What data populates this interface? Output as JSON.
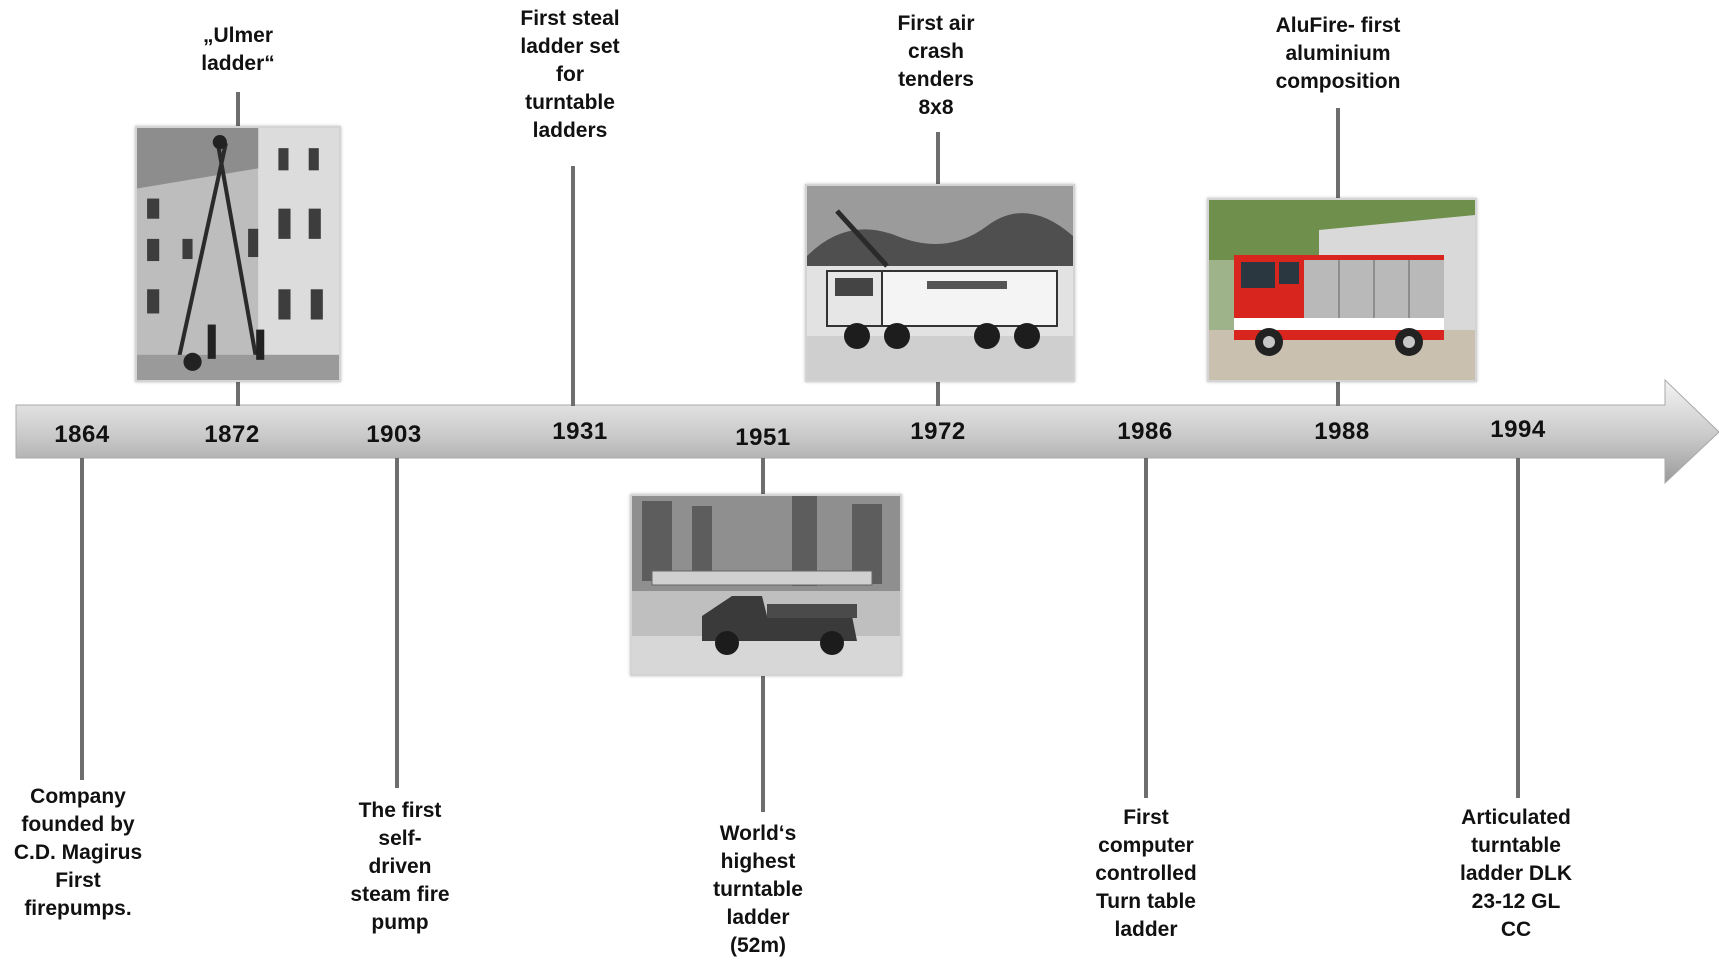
{
  "timeline": {
    "years": [
      "1864",
      "1872",
      "1903",
      "1931",
      "1951",
      "1972",
      "1986",
      "1988",
      "1994"
    ],
    "events_above": [
      {
        "year": "1872",
        "text": "„Ulmer\nladder“",
        "image": "ladder-photo"
      },
      {
        "year": "1931",
        "text": "First steal\nladder set\nfor\nturntable\nladders"
      },
      {
        "year": "1972",
        "text": "First air\ncrash\ntenders\n8x8",
        "image": "crash-tender-photo"
      },
      {
        "year": "1988",
        "text": "AluFire- first\naluminium\ncomposition",
        "image": "alufire-truck-photo"
      }
    ],
    "events_below": [
      {
        "year": "1864",
        "text": "Company\nfounded by\nC.D. Magirus\nFirst\nfirepumps."
      },
      {
        "year": "1903",
        "text": "The first\nself-\ndriven\nsteam fire\npump"
      },
      {
        "year": "1951",
        "text": "World‘s\nhighest\nturntable\nladder\n(52m)",
        "image": "turntable-ladder-photo"
      },
      {
        "year": "1986",
        "text": "First\ncomputer\ncontrolled\nTurn table\nladder"
      },
      {
        "year": "1994",
        "text": "Articulated\nturntable\nladder DLK\n23-12 GL\nCC"
      }
    ]
  },
  "colors": {
    "arrow_light": "#efefef",
    "arrow_dark": "#9a9a9a",
    "stem": "#6e6e6e",
    "truck_red": "#d8261e"
  }
}
